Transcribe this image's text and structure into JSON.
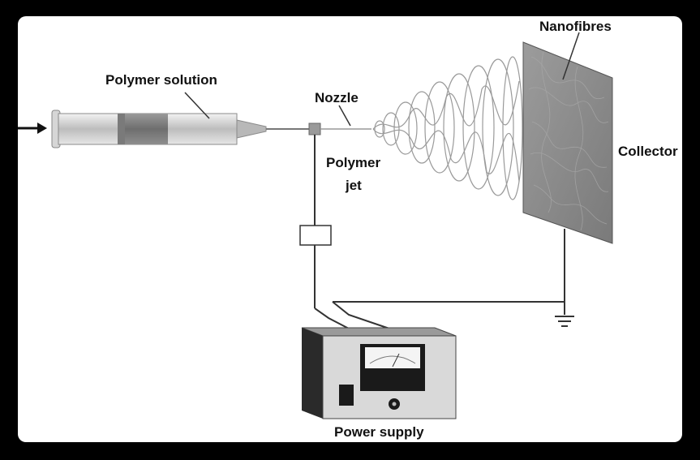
{
  "labels": {
    "polymer_solution": "Polymer solution",
    "nozzle": "Nozzle",
    "polymer_jet_line1": "Polymer",
    "polymer_jet_line2": "jet",
    "nanofibres": "Nanofibres",
    "collector": "Collector",
    "power_supply": "Power supply"
  },
  "colors": {
    "frame": "#000000",
    "panel": "#ffffff",
    "collector_fill": "#8c8c8c",
    "power_supply_top": "#c8c8c8",
    "power_supply_front": "#dcdcdc",
    "wire": "#333333"
  },
  "icons": [
    "push-arrow-icon",
    "ground-icon",
    "meter-gauge-icon",
    "power-switch-icon",
    "output-knob-icon"
  ]
}
